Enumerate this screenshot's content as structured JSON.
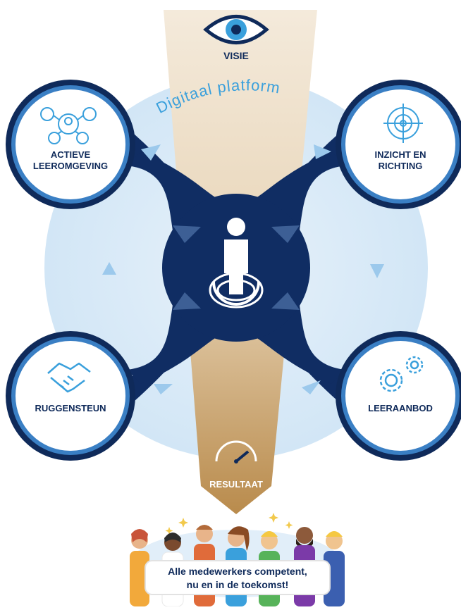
{
  "top": {
    "label": "VISIE",
    "icon": "eye-icon"
  },
  "platform": {
    "label": "Digitaal platform"
  },
  "nodes": [
    {
      "label": "ACTIEVE\nLEEROMGEVING",
      "icon": "network-people-icon"
    },
    {
      "label": "INZICHT EN\nRICHTING",
      "icon": "target-icon"
    },
    {
      "label": "RUGGENSTEUN",
      "icon": "handshake-icon"
    },
    {
      "label": "LEERAANBOD",
      "icon": "gears-icon"
    }
  ],
  "center": {
    "icon": "person-icon"
  },
  "bottom": {
    "label": "RESULTAAT",
    "icon": "speedometer-icon"
  },
  "banner": {
    "line1": "Alle medewerkers competent,",
    "line2": "nu en in de toekomst!"
  },
  "colors": {
    "navy": "#0f2a5a",
    "mid_blue": "#1a4f8f",
    "light_blue": "#dcebf7",
    "accent_blue": "#3aa0dc",
    "beam_light": "#f2e6d3",
    "beam_dark": "#b98b4c"
  }
}
